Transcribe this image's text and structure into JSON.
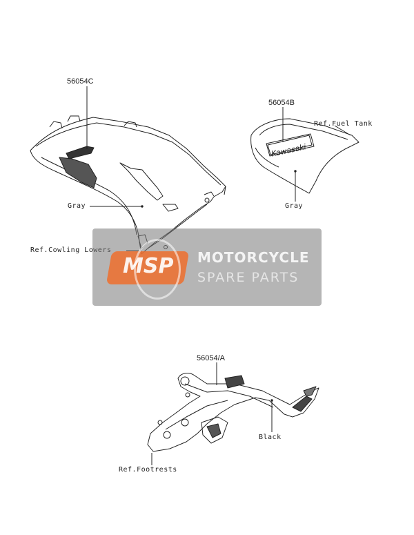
{
  "parts": {
    "p56054c": "56054C",
    "p56054b": "56054B",
    "p56054a": "56054/A"
  },
  "labels": {
    "gray_cowl": "Gray",
    "ref_cowling_lowers": "Ref.Cowling Lowers",
    "ref_fuel_tank": "Ref.Fuel Tank",
    "gray_tank": "Gray",
    "black": "Black",
    "ref_footrests": "Ref.Footrests"
  },
  "decals": {
    "kawasaki": "Kawasaki"
  },
  "watermark": {
    "logo": "MSP",
    "title": "MOTORCYCLE",
    "subtitle": "SPARE PARTS"
  },
  "colors": {
    "line": "#222222",
    "watermark_orange": "#ee6e2d",
    "watermark_gray": "#787878"
  }
}
